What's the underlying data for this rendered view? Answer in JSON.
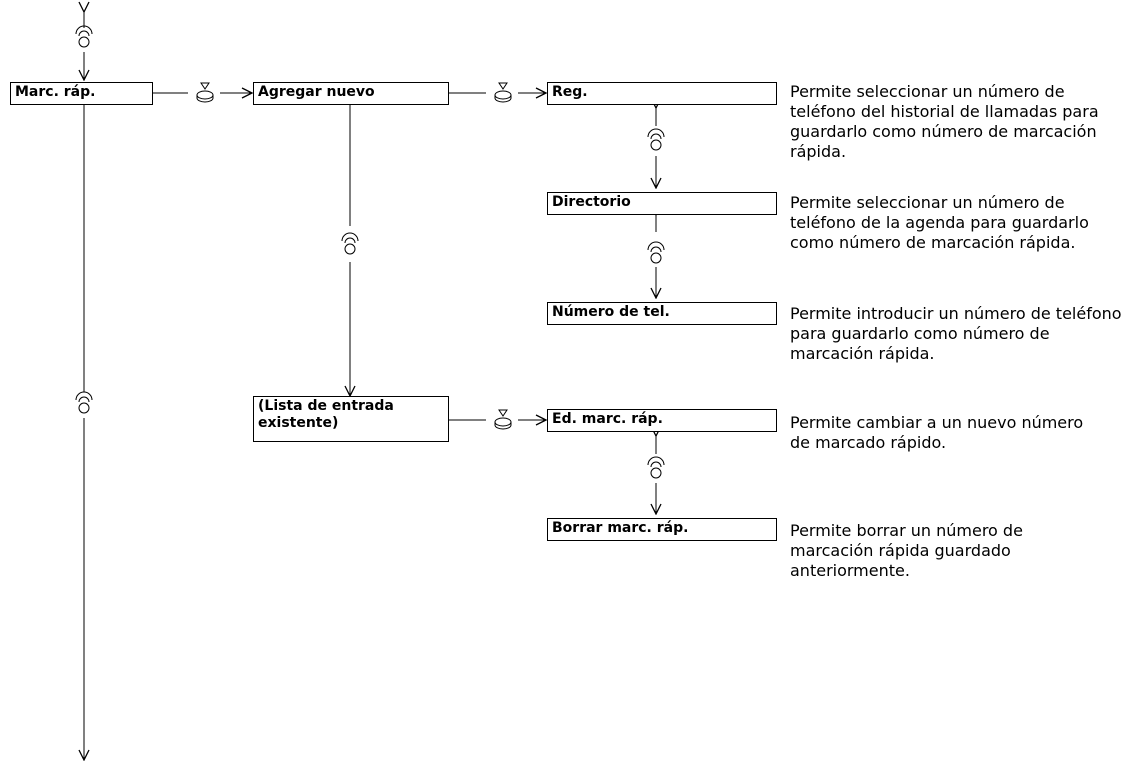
{
  "nodes": {
    "marc_rap": "Marc. ráp.",
    "agregar_nuevo": "Agregar nuevo",
    "reg": "Reg.",
    "directorio": "Directorio",
    "numero_tel": "Número de tel.",
    "lista_entrada": "(Lista de entrada\nexistente)",
    "ed_marc_rap": "Ed. marc. ráp.",
    "borrar_marc_rap": "Borrar marc. ráp."
  },
  "descriptions": {
    "reg": "Permite seleccionar un número de teléfono del historial de llamadas para guardarlo como número de marcación rápida.",
    "directorio": "Permite seleccionar un número de teléfono de la agenda para guardarlo como número de marcación rápida.",
    "numero_tel": "Permite introducir un número de teléfono para guardarlo como número de marcación rápida.",
    "ed_marc_rap": "Permite cambiar a un nuevo número de marcado rápido.",
    "borrar_marc_rap": "Permite borrar un número de marcación rápida guardado anteriormente."
  },
  "icons": {
    "rotate": "rotate-knob-icon",
    "press": "press-knob-icon"
  }
}
